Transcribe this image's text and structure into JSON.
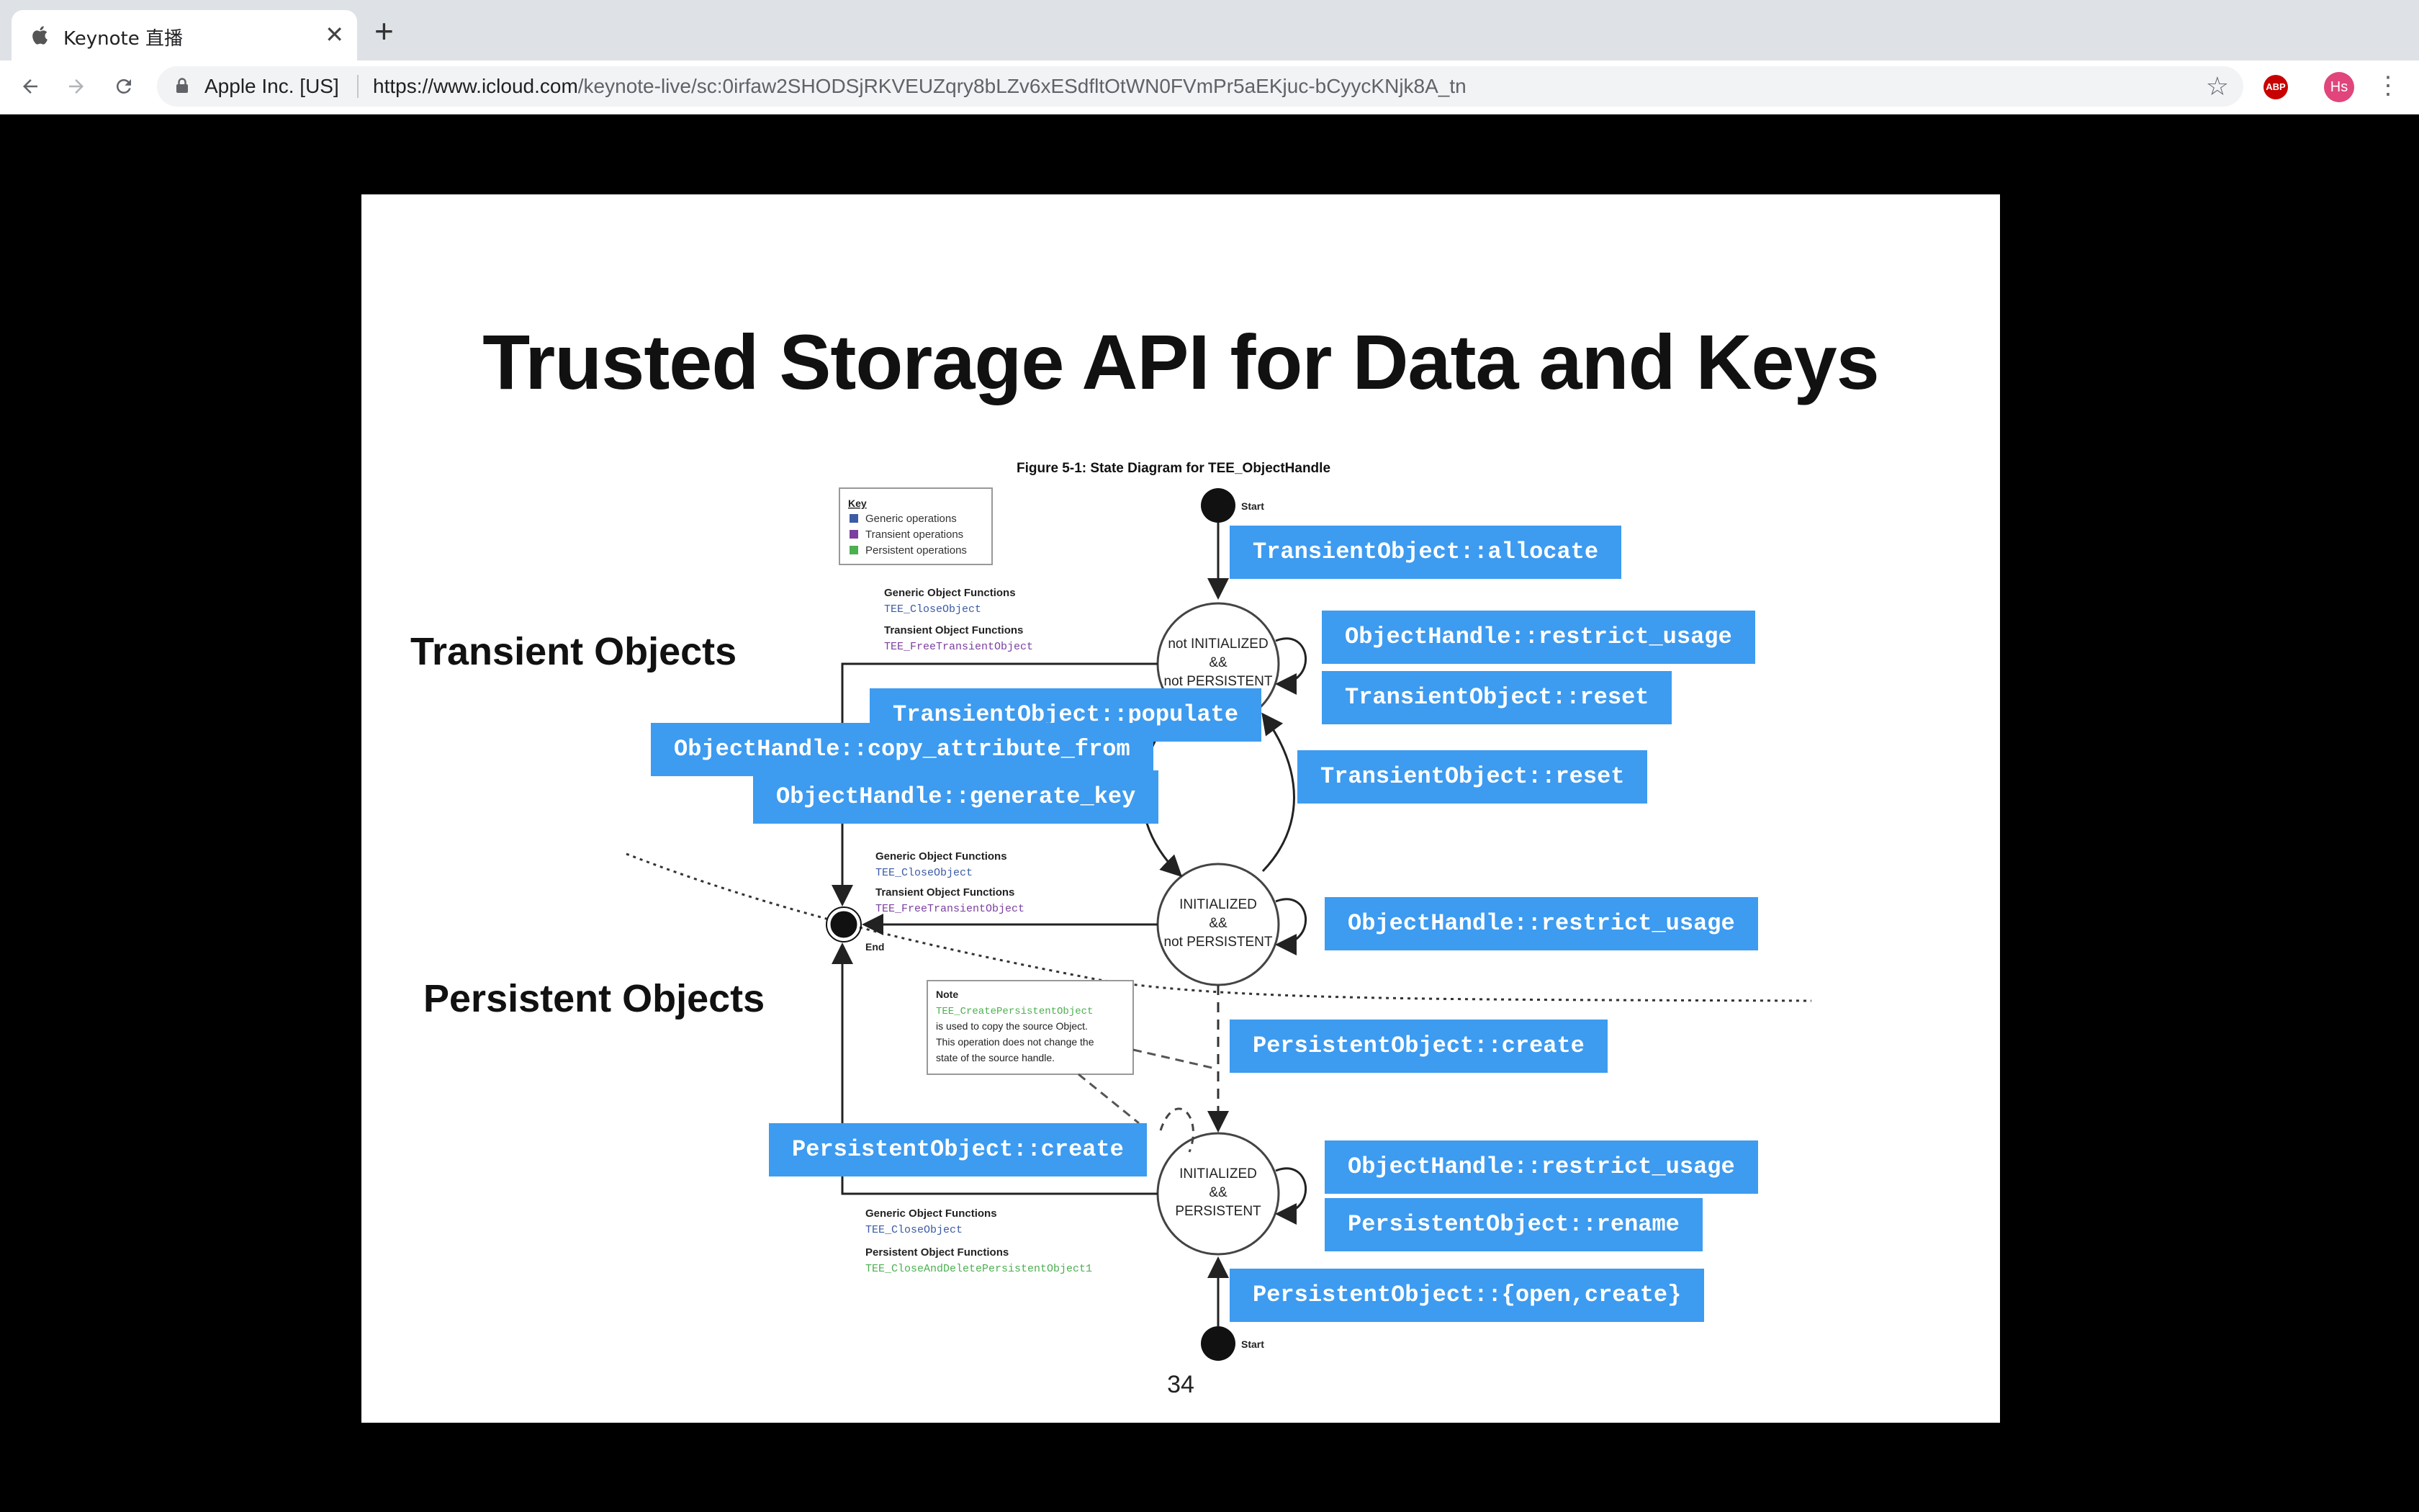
{
  "browser": {
    "tab_title": "Keynote 直播",
    "site_identity": "Apple Inc. [US]",
    "url_host": "https://www.icloud.com",
    "url_path": "/keynote-live/sc:0irfaw2SHODSjRKVEUZqry8bLZv6xESdfltOtWN0FVmPr5aEKjuc-bCyycKNjk8A_tn",
    "extension_label": "ABP",
    "profile_initials": "Hs",
    "icons": {
      "back": "back-arrow-icon",
      "forward": "forward-arrow-icon",
      "reload": "reload-icon",
      "bookmark": "star-icon",
      "menu": "three-dot-menu-icon"
    }
  },
  "slide": {
    "title": "Trusted Storage API for Data and Keys",
    "transient_label": "Transient Objects",
    "persistent_label": "Persistent Objects",
    "page_number": "34",
    "figure_caption": "Figure 5-1:  State Diagram for  TEE_ObjectHandle",
    "key": {
      "title": "Key",
      "items": [
        {
          "label": "Generic operations",
          "color": "#3b5ba5"
        },
        {
          "label": "Transient operations",
          "color": "#7b3fa0"
        },
        {
          "label": "Persistent operations",
          "color": "#4caf50"
        }
      ]
    },
    "states": {
      "s1": [
        "not INITIALIZED",
        "&&",
        "not PERSISTENT"
      ],
      "s2": [
        "INITIALIZED",
        "&&",
        "not PERSISTENT"
      ],
      "s3": [
        "INITIALIZED",
        "&&",
        "PERSISTENT"
      ]
    },
    "start_label": "Start",
    "end_label": "End",
    "func_groups": {
      "g1_title1": "Generic Object Functions",
      "g1_fn1": "TEE_CloseObject",
      "g1_title2": "Transient Object Functions",
      "g1_fn2": "TEE_FreeTransientObject",
      "g2_title1": "Generic Object Functions",
      "g2_fn1": "TEE_CloseObject",
      "g2_title2": "Transient Object Functions",
      "g2_fn2": "TEE_FreeTransientObject",
      "g3_title1": "Generic Object Functions",
      "g3_fn1": "TEE_CloseObject",
      "g3_title2": "Persistent Object Functions",
      "g3_fn2": "TEE_CloseAndDeletePersistentObject1"
    },
    "note": {
      "title": "Note",
      "fn": "TEE_CreatePersistentObject",
      "lines": [
        "is used to copy the source Object.",
        "This operation does not change the",
        "state of the source handle."
      ]
    },
    "callouts": {
      "allocate": "TransientObject::allocate",
      "restrict1": "ObjectHandle::restrict_usage",
      "reset1": "TransientObject::reset",
      "populate": "TransientObject::populate",
      "copy_attr": "ObjectHandle::copy_attribute_from",
      "reset2": "TransientObject::reset",
      "generate_key": "ObjectHandle::generate_key",
      "restrict2": "ObjectHandle::restrict_usage",
      "persist_create1": "PersistentObject::create",
      "persist_create2": "PersistentObject::create",
      "restrict3": "ObjectHandle::restrict_usage",
      "rename": "PersistentObject::rename",
      "open_create": "PersistentObject::{open,create}"
    }
  }
}
